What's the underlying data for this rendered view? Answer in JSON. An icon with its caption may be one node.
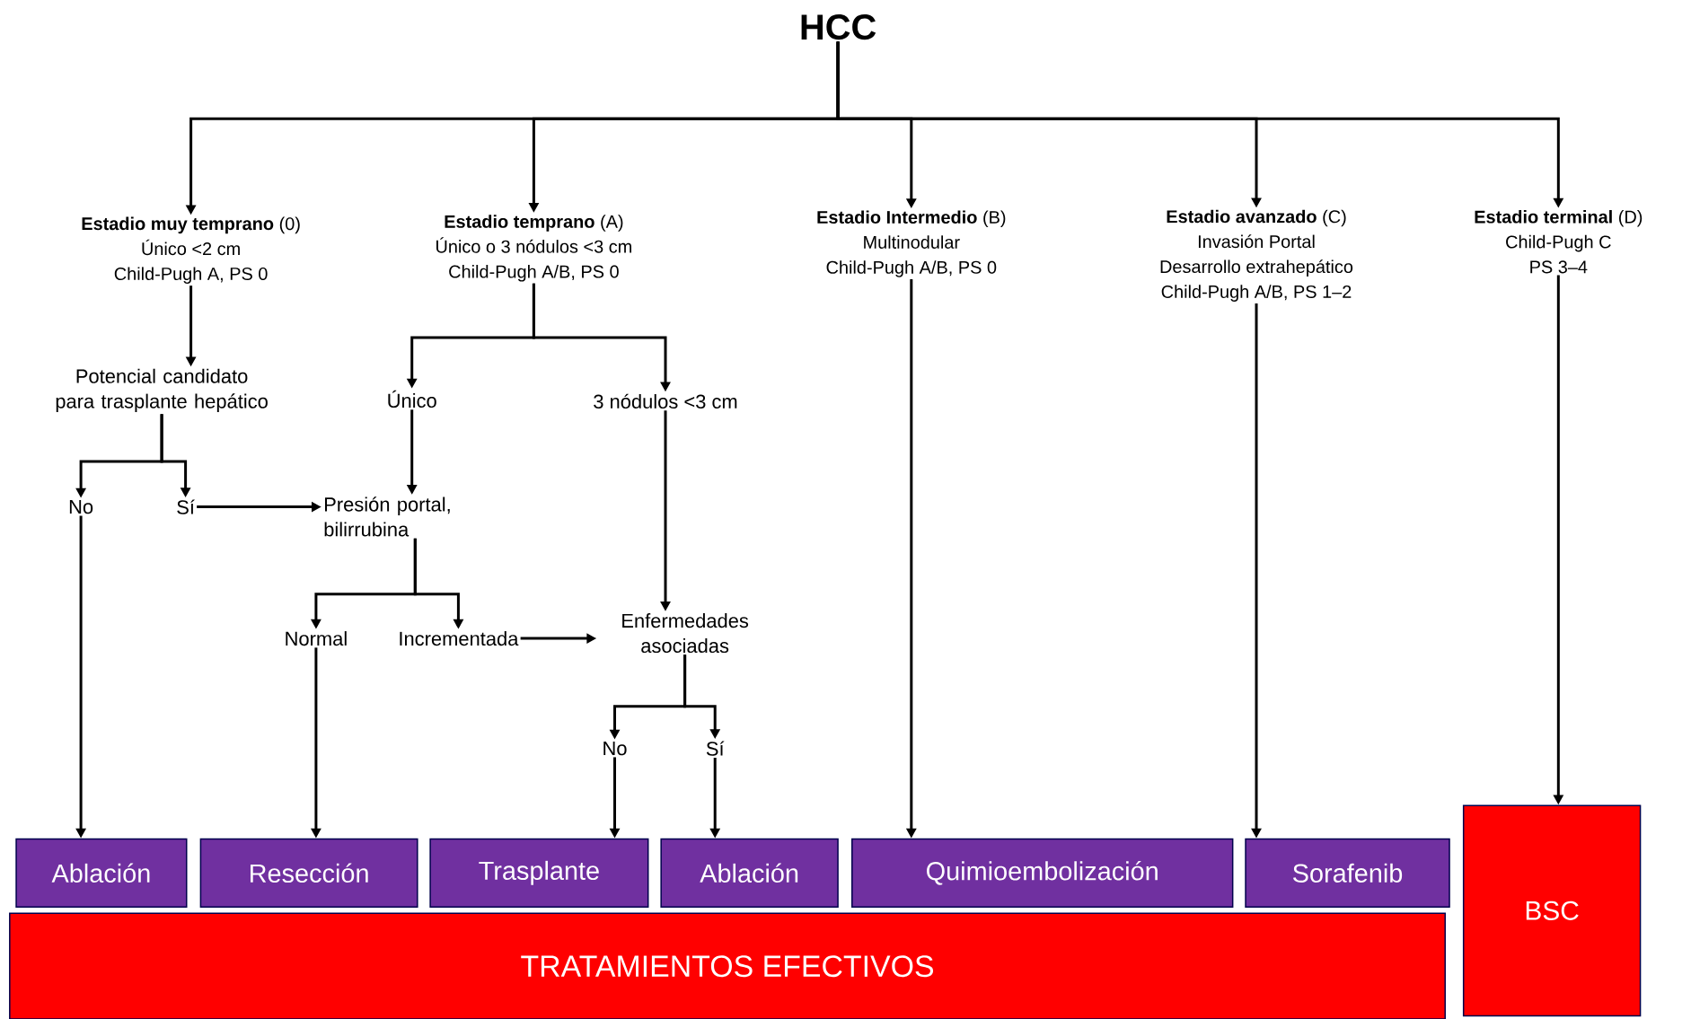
{
  "diagram": {
    "nodes": [
      {
        "text": [
          "HCC"
        ]
      },
      {
        "text": [
          "**Estadio muy temprano** (0)",
          "Único <2 cm",
          "Child-Pugh A, PS 0"
        ]
      },
      {
        "text": [
          "**Estadio temprano** (A)",
          "Único o 3 nódulos <3 cm",
          "Child-Pugh A/B, PS 0"
        ]
      },
      {
        "text": [
          "**Estadio Intermedio** (B)",
          "Multinodular",
          "Child-Pugh A/B, PS 0"
        ]
      },
      {
        "text": [
          "**Estadio avanzado** (C)",
          "Invasión Portal",
          "Desarrollo extrahepático",
          "Child-Pugh A/B, PS 1–2"
        ]
      },
      {
        "text": [
          "**Estadio terminal** (D)",
          "Child-Pugh C",
          "PS 3–4"
        ]
      },
      {
        "text": [
          "Potencial candidato para trasplante hepático"
        ]
      },
      {
        "text": [
          "No"
        ]
      },
      {
        "text": [
          "Sí"
        ]
      },
      {
        "text": [
          "Único"
        ]
      },
      {
        "text": [
          "3 nódulos <3 cm"
        ]
      },
      {
        "text": [
          "Presión portal, bilirrubina"
        ]
      },
      {
        "text": [
          "Normal"
        ]
      },
      {
        "text": [
          "Incrementada"
        ]
      },
      {
        "text": [
          "Enfermedades asociadas"
        ]
      },
      {
        "text": [
          "No"
        ]
      },
      {
        "text": [
          "Sí"
        ]
      },
      {
        "text": [
          "Ablación"
        ]
      },
      {
        "text": [
          "Resección"
        ]
      },
      {
        "text": [
          "Trasplante"
        ]
      },
      {
        "text": [
          "Ablación"
        ]
      },
      {
        "text": [
          "Quimioembolización"
        ]
      },
      {
        "text": [
          "Sorafenib"
        ]
      },
      {
        "text": [
          "TRATAMIENTOS EFECTIVOS"
        ]
      },
      {
        "text": [
          "BSC"
        ]
      }
    ],
    "edges": [
      {
        "from": 0,
        "to": 1,
        "arrow": "to"
      },
      {
        "from": 0,
        "to": 2,
        "arrow": "to"
      },
      {
        "from": 0,
        "to": 3,
        "arrow": "to"
      },
      {
        "from": 0,
        "to": 4,
        "arrow": "to"
      },
      {
        "from": 0,
        "to": 5,
        "arrow": "to"
      },
      {
        "from": 1,
        "to": 6,
        "arrow": "to"
      },
      {
        "from": 6,
        "to": 7,
        "arrow": "to"
      },
      {
        "from": 6,
        "to": 8,
        "arrow": "to"
      },
      {
        "from": 8,
        "to": 11,
        "arrow": "to"
      },
      {
        "from": 2,
        "to": 9,
        "arrow": "to"
      },
      {
        "from": 2,
        "to": 10,
        "arrow": "to"
      },
      {
        "from": 9,
        "to": 11,
        "arrow": "to"
      },
      {
        "from": 11,
        "to": 12,
        "arrow": "to"
      },
      {
        "from": 11,
        "to": 13,
        "arrow": "to"
      },
      {
        "from": 13,
        "to": 14,
        "arrow": "to"
      },
      {
        "from": 10,
        "to": 14,
        "arrow": "to"
      },
      {
        "from": 14,
        "to": 15,
        "arrow": "to"
      },
      {
        "from": 14,
        "to": 16,
        "arrow": "to"
      },
      {
        "from": 7,
        "to": 17,
        "arrow": "to"
      },
      {
        "from": 12,
        "to": 18,
        "arrow": "to"
      },
      {
        "from": 15,
        "to": 19,
        "arrow": "to"
      },
      {
        "from": 16,
        "to": 20,
        "arrow": "to"
      },
      {
        "from": 3,
        "to": 21,
        "arrow": "to"
      },
      {
        "from": 4,
        "to": 22,
        "arrow": "to"
      },
      {
        "from": 5,
        "to": 24,
        "arrow": "to"
      }
    ]
  }
}
